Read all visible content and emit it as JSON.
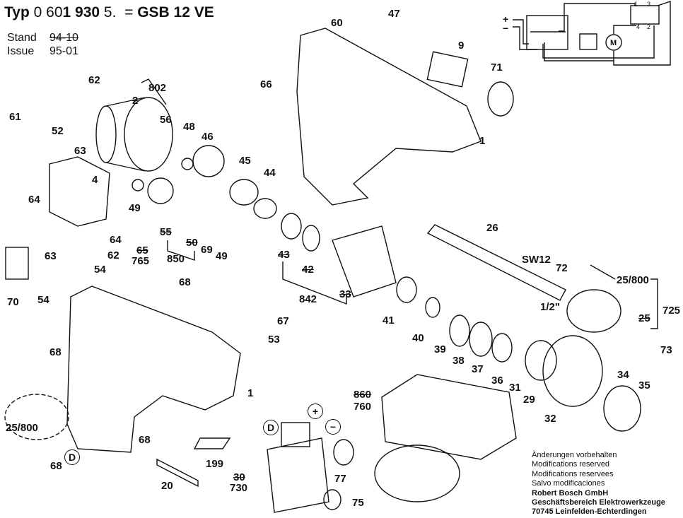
{
  "header": {
    "typ_label": "Typ",
    "typ_prefix": "0 60",
    "typ_bold1": "1 930",
    "typ_suffix": " 5.",
    "equals": "=",
    "model": "GSB 12 VE",
    "stand_label": "Stand",
    "stand_value": "94-10",
    "issue_label": "Issue",
    "issue_value": "95-01"
  },
  "wiring": {
    "plus": "+",
    "minus": "−",
    "motor": "M",
    "switch_terminals": [
      "1",
      "3",
      "4",
      "2"
    ]
  },
  "parts": [
    {
      "id": "p1a",
      "label": "1",
      "struck": false
    },
    {
      "id": "p1b",
      "label": "1",
      "struck": false
    },
    {
      "id": "p2",
      "label": "2",
      "struck": true
    },
    {
      "id": "p4",
      "label": "4",
      "struck": false
    },
    {
      "id": "p9",
      "label": "9",
      "struck": false
    },
    {
      "id": "p20",
      "label": "20",
      "struck": false
    },
    {
      "id": "p25",
      "label": "25",
      "struck": true
    },
    {
      "id": "p25_800a",
      "label": "25/800",
      "struck": false
    },
    {
      "id": "p25_800b",
      "label": "25/800",
      "struck": false
    },
    {
      "id": "p26",
      "label": "26",
      "struck": false
    },
    {
      "id": "p29",
      "label": "29",
      "struck": false
    },
    {
      "id": "p30",
      "label": "30",
      "struck": true
    },
    {
      "id": "p31",
      "label": "31",
      "struck": false
    },
    {
      "id": "p32",
      "label": "32",
      "struck": false
    },
    {
      "id": "p33",
      "label": "33",
      "struck": true
    },
    {
      "id": "p34",
      "label": "34",
      "struck": false
    },
    {
      "id": "p35",
      "label": "35",
      "struck": false
    },
    {
      "id": "p36",
      "label": "36",
      "struck": false
    },
    {
      "id": "p37",
      "label": "37",
      "struck": false
    },
    {
      "id": "p38",
      "label": "38",
      "struck": false
    },
    {
      "id": "p39",
      "label": "39",
      "struck": false
    },
    {
      "id": "p40",
      "label": "40",
      "struck": false
    },
    {
      "id": "p41",
      "label": "41",
      "struck": false
    },
    {
      "id": "p42",
      "label": "42",
      "struck": true
    },
    {
      "id": "p43",
      "label": "43",
      "struck": true
    },
    {
      "id": "p44",
      "label": "44",
      "struck": false
    },
    {
      "id": "p45",
      "label": "45",
      "struck": false
    },
    {
      "id": "p46",
      "label": "46",
      "struck": false
    },
    {
      "id": "p47",
      "label": "47",
      "struck": false
    },
    {
      "id": "p48",
      "label": "48",
      "struck": false
    },
    {
      "id": "p49a",
      "label": "49",
      "struck": false
    },
    {
      "id": "p49b",
      "label": "49",
      "struck": false
    },
    {
      "id": "p50",
      "label": "50",
      "struck": true
    },
    {
      "id": "p52",
      "label": "52",
      "struck": false
    },
    {
      "id": "p53",
      "label": "53",
      "struck": false
    },
    {
      "id": "p54a",
      "label": "54",
      "struck": false
    },
    {
      "id": "p54b",
      "label": "54",
      "struck": false
    },
    {
      "id": "p55",
      "label": "55",
      "struck": true
    },
    {
      "id": "p56",
      "label": "56",
      "struck": false
    },
    {
      "id": "p60",
      "label": "60",
      "struck": false
    },
    {
      "id": "p61",
      "label": "61",
      "struck": false
    },
    {
      "id": "p62a",
      "label": "62",
      "struck": false
    },
    {
      "id": "p62b",
      "label": "62",
      "struck": false
    },
    {
      "id": "p63a",
      "label": "63",
      "struck": false
    },
    {
      "id": "p63b",
      "label": "63",
      "struck": false
    },
    {
      "id": "p64a",
      "label": "64",
      "struck": false
    },
    {
      "id": "p64b",
      "label": "64",
      "struck": false
    },
    {
      "id": "p65",
      "label": "65",
      "struck": true
    },
    {
      "id": "p66",
      "label": "66",
      "struck": false
    },
    {
      "id": "p67",
      "label": "67",
      "struck": false
    },
    {
      "id": "p68a",
      "label": "68",
      "struck": false
    },
    {
      "id": "p68b",
      "label": "68",
      "struck": false
    },
    {
      "id": "p68c",
      "label": "68",
      "struck": false
    },
    {
      "id": "p68d",
      "label": "68",
      "struck": false
    },
    {
      "id": "p69",
      "label": "69",
      "struck": false
    },
    {
      "id": "p70",
      "label": "70",
      "struck": false
    },
    {
      "id": "p71",
      "label": "71",
      "struck": false
    },
    {
      "id": "p72",
      "label": "72",
      "struck": false
    },
    {
      "id": "p73",
      "label": "73",
      "struck": false
    },
    {
      "id": "p75",
      "label": "75",
      "struck": false
    },
    {
      "id": "p77",
      "label": "77",
      "struck": false
    },
    {
      "id": "p199",
      "label": "199",
      "struck": false
    },
    {
      "id": "p725",
      "label": "725",
      "struck": false
    },
    {
      "id": "p730",
      "label": "730",
      "struck": false
    },
    {
      "id": "p760",
      "label": "760",
      "struck": false
    },
    {
      "id": "p765",
      "label": "765",
      "struck": false
    },
    {
      "id": "p802",
      "label": "802",
      "struck": false
    },
    {
      "id": "p842",
      "label": "842",
      "struck": false
    },
    {
      "id": "p850",
      "label": "850",
      "struck": false
    },
    {
      "id": "p860",
      "label": "860",
      "struck": true
    },
    {
      "id": "psw12",
      "label": "SW12",
      "struck": false
    },
    {
      "id": "phalf",
      "label": "1/2\"",
      "struck": false
    }
  ],
  "markers": {
    "d1": "D",
    "d2": "D",
    "plus": "+",
    "minus": "−"
  },
  "notes": {
    "line1": "Änderungen vorbehalten",
    "line2": "Modifications reserved",
    "line3": "Modifications reservees",
    "line4": "Salvo modificaciones",
    "line5": "Robert Bosch GmbH",
    "line6": "Geschäftsbereich Elektrowerkzeuge",
    "line7": "70745 Leinfelden-Echterdingen"
  }
}
